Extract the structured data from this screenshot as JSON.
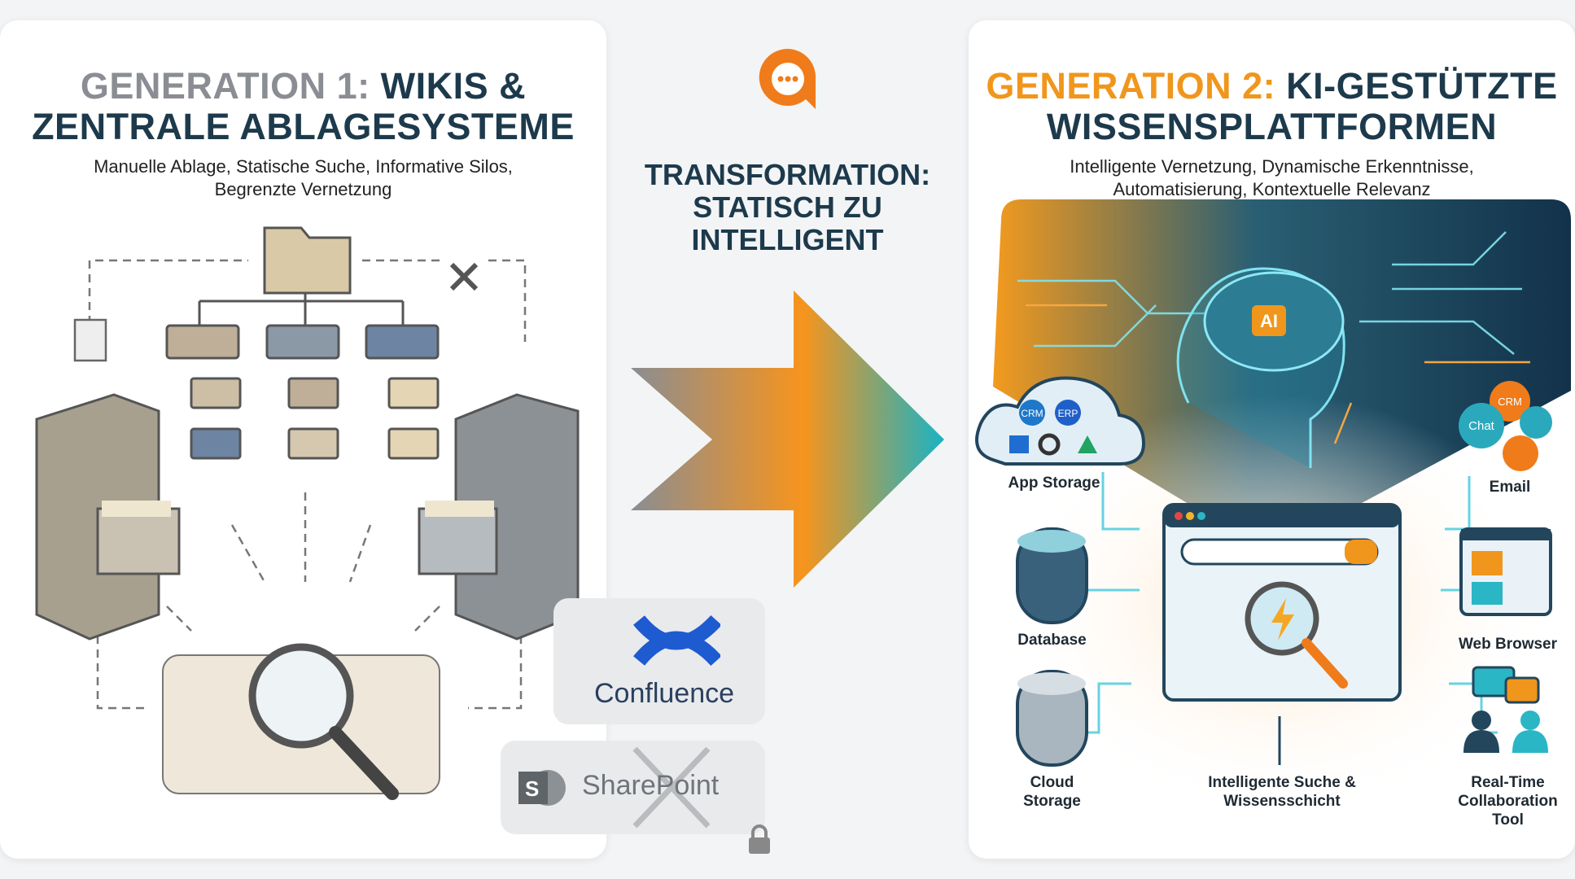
{
  "left": {
    "title_prefix": "GENERATION 1:",
    "title_main_1": "WIKIS &",
    "title_main_2": "ZENTRALE ABLAGESYSTEME",
    "subtitle_1": "Manuelle Ablage, Statische Suche, Informative Silos,",
    "subtitle_2": "Begrenzte Vernetzung"
  },
  "center": {
    "title_1": "TRANSFORMATION:",
    "title_2": "STATISCH ZU",
    "title_3": "INTELLIGENT",
    "tools": [
      {
        "label": "Confluence"
      },
      {
        "label": "SharePoint"
      }
    ]
  },
  "right": {
    "title_prefix": "GENERATION 2:",
    "title_main_1": "KI-GESTÜTZTE",
    "title_main_2": "WISSENSPLATTFORMEN",
    "subtitle_1": "Intelligente Vernetzung, Dynamische Erkenntnisse,",
    "subtitle_2": "Automatisierung, Kontextuelle Relevanz",
    "brain_badge": "AI",
    "cloud_badges": [
      "CRM",
      "ERP"
    ],
    "bubbles": [
      "CRM",
      "Chat"
    ],
    "labels": {
      "app_storage": "App Storage",
      "email": "Email",
      "database": "Database",
      "web_browser": "Web Browser",
      "cloud_storage": "Cloud Storage",
      "hub": "Intelligente Suche & Wissensschicht",
      "collab": "Real-Time Collaboration Tool"
    }
  },
  "colors": {
    "navy": "#1d3a4c",
    "orange": "#f0961c",
    "teal": "#27b3c2",
    "gray": "#8a8d93"
  }
}
